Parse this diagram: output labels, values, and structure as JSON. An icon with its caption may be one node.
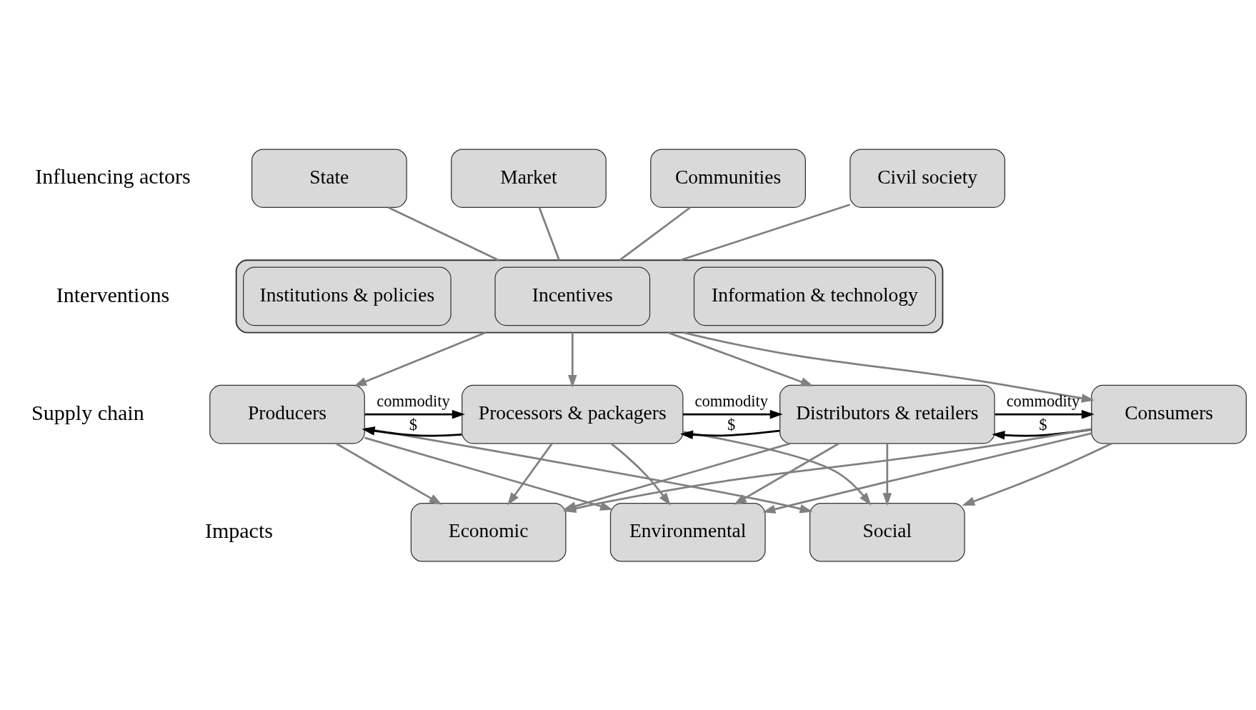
{
  "diagram": {
    "nodes": [
      {
        "text": [
          "State"
        ]
      },
      {
        "text": [
          "Market"
        ]
      },
      {
        "text": [
          "Communities"
        ]
      },
      {
        "text": [
          "Civil society"
        ]
      },
      {
        "text": [],
        "shape": "box"
      },
      {
        "text": [
          "Institutions & policies"
        ],
        "in": 4
      },
      {
        "text": [
          "Incentives"
        ],
        "in": 4
      },
      {
        "text": [
          "Information & technology"
        ],
        "in": 4
      },
      {
        "text": [
          "Producers"
        ]
      },
      {
        "text": [
          "Processors & packagers"
        ]
      },
      {
        "text": [
          "Distributors & retailers"
        ]
      },
      {
        "text": [
          "Consumers"
        ]
      },
      {
        "text": [
          "Economic"
        ]
      },
      {
        "text": [
          "Environmental"
        ]
      },
      {
        "text": [
          "Social"
        ]
      }
    ],
    "edges": [
      {
        "from": 0,
        "to": 4,
        "arrow": "none"
      },
      {
        "from": 1,
        "to": 4,
        "arrow": "none"
      },
      {
        "from": 2,
        "to": 4,
        "arrow": "none"
      },
      {
        "from": 3,
        "to": 4,
        "arrow": "none"
      },
      {
        "from": 4,
        "to": 8,
        "arrow": "to"
      },
      {
        "from": 4,
        "to": 9,
        "arrow": "to"
      },
      {
        "from": 4,
        "to": 10,
        "arrow": "to"
      },
      {
        "from": 4,
        "to": 11,
        "arrow": "to"
      },
      {
        "from": 9,
        "to": 8,
        "arrow": "to",
        "label": "$",
        "color": "#000000"
      },
      {
        "from": 8,
        "to": 9,
        "arrow": "to",
        "label": "commodity",
        "color": "#000000"
      },
      {
        "from": 10,
        "to": 9,
        "arrow": "to",
        "label": "$",
        "color": "#000000"
      },
      {
        "from": 9,
        "to": 10,
        "arrow": "to",
        "label": "commodity",
        "color": "#000000"
      },
      {
        "from": 11,
        "to": 10,
        "arrow": "to",
        "label": "$",
        "color": "#000000"
      },
      {
        "from": 10,
        "to": 11,
        "arrow": "to",
        "label": "commodity",
        "color": "#000000"
      },
      {
        "from": 8,
        "to": 12,
        "arrow": "to"
      },
      {
        "from": 8,
        "to": 13,
        "arrow": "to"
      },
      {
        "from": 8,
        "to": 14,
        "arrow": "to"
      },
      {
        "from": 9,
        "to": 12,
        "arrow": "to"
      },
      {
        "from": 9,
        "to": 13,
        "arrow": "to"
      },
      {
        "from": 9,
        "to": 14,
        "arrow": "to"
      },
      {
        "from": 10,
        "to": 12,
        "arrow": "to"
      },
      {
        "from": 10,
        "to": 13,
        "arrow": "to"
      },
      {
        "from": 10,
        "to": 14,
        "arrow": "to"
      },
      {
        "from": 11,
        "to": 12,
        "arrow": "to"
      },
      {
        "from": 11,
        "to": 13,
        "arrow": "to"
      },
      {
        "from": 11,
        "to": 14,
        "arrow": "to"
      }
    ],
    "labels": [
      "Influencing actors",
      "Interventions",
      "Supply chain",
      "Impacts"
    ]
  }
}
